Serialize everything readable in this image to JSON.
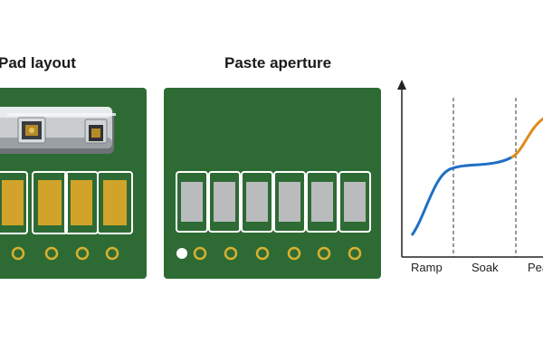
{
  "panels": {
    "pad_layout": {
      "title": "Pad layout",
      "pad_count": 4,
      "via_count": 4
    },
    "paste_aperture": {
      "title": "Paste aperture",
      "aperture_count": 6,
      "via_count": 6
    },
    "reflow_profile": {
      "phases": [
        "Ramp",
        "Soak",
        "Peak"
      ],
      "curve_colors": {
        "ramp_soak": "#1f6fc5",
        "peak": "#e08a1e"
      }
    }
  },
  "colors": {
    "board": "#2e6b34",
    "board_edge": "#245a2b",
    "pad_gold": "#d2a32a",
    "aperture_grey": "#b9bbbd",
    "silk": "#ffffff",
    "via_ring": "#d8b030"
  }
}
